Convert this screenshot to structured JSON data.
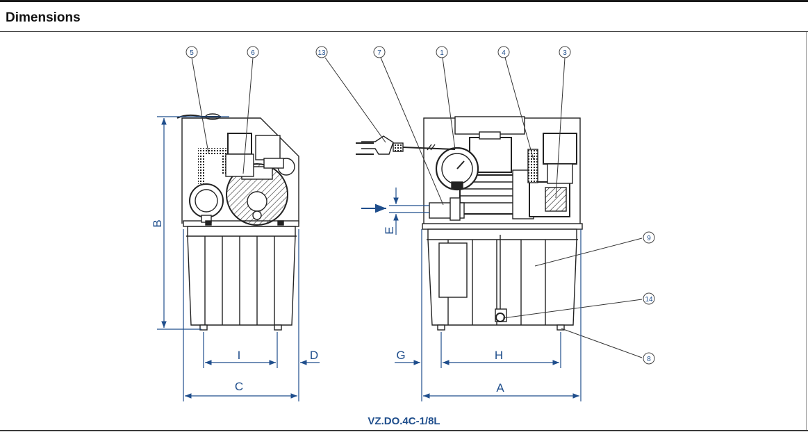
{
  "header": {
    "title": "Dimensions"
  },
  "caption": "VZ.DO.4C-1/8L",
  "dimension_labels": {
    "A": "A",
    "B": "B",
    "C": "C",
    "D": "D",
    "E": "E",
    "G": "G",
    "H": "H",
    "I": "I"
  },
  "callouts": {
    "c1": "1",
    "c3": "3",
    "c4": "4",
    "c5": "5",
    "c6": "6",
    "c7": "7",
    "c8": "8",
    "c9": "9",
    "c13": "13",
    "c14": "14"
  },
  "colors": {
    "dimension": "#1f4e8c",
    "drawing": "#222222",
    "title": "#111111"
  }
}
